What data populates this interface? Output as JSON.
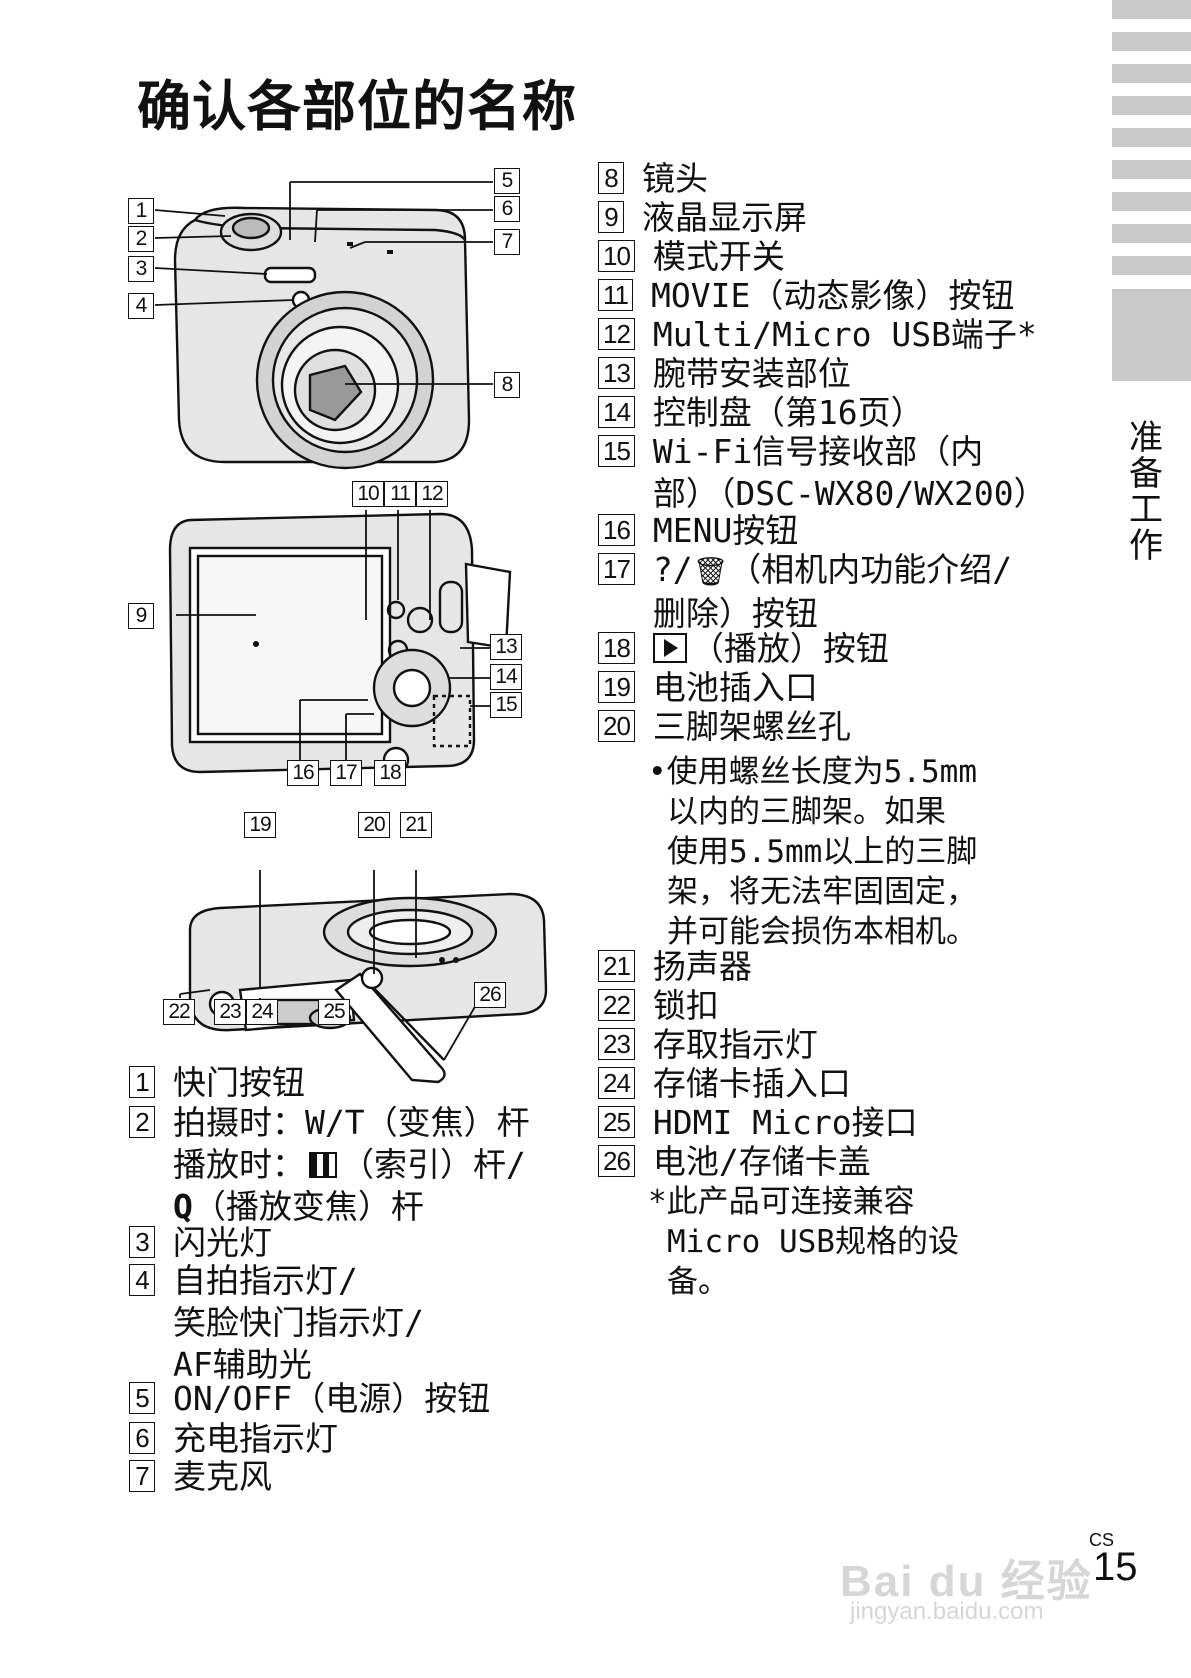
{
  "title": "确认各部位的名称",
  "side_label": [
    "准",
    "备",
    "工",
    "作"
  ],
  "page": {
    "lang": "CS",
    "number": "15"
  },
  "watermark": {
    "brand": "Bai du 经验",
    "url": "jingyan.baidu.com"
  },
  "callouts": [
    "1",
    "2",
    "3",
    "4",
    "5",
    "6",
    "7",
    "8",
    "9",
    "10",
    "11",
    "12",
    "13",
    "14",
    "15",
    "16",
    "17",
    "18",
    "19",
    "20",
    "21",
    "22",
    "23",
    "24",
    "25",
    "26"
  ],
  "left_list": [
    {
      "num": "1",
      "lines": [
        "快门按钮"
      ]
    },
    {
      "num": "2",
      "lines": [
        "拍摄时：W/T（变焦）杆",
        "播放时：",
        "（索引）杆/",
        "（播放变焦）杆"
      ]
    },
    {
      "num": "3",
      "lines": [
        "闪光灯"
      ]
    },
    {
      "num": "4",
      "lines": [
        "自拍指示灯/",
        "笑脸快门指示灯/",
        "AF辅助光"
      ]
    },
    {
      "num": "5",
      "lines": [
        "ON/OFF（电源）按钮"
      ]
    },
    {
      "num": "6",
      "lines": [
        "充电指示灯"
      ]
    },
    {
      "num": "7",
      "lines": [
        "麦克风"
      ]
    }
  ],
  "right_list": [
    {
      "num": "8",
      "lines": [
        "镜头"
      ]
    },
    {
      "num": "9",
      "lines": [
        "液晶显示屏"
      ]
    },
    {
      "num": "10",
      "lines": [
        "模式开关"
      ]
    },
    {
      "num": "11",
      "lines": [
        "MOVIE（动态影像）按钮"
      ]
    },
    {
      "num": "12",
      "lines": [
        "Multi/Micro USB端子*"
      ]
    },
    {
      "num": "13",
      "lines": [
        "腕带安装部位"
      ]
    },
    {
      "num": "14",
      "lines": [
        "控制盘（第16页）"
      ]
    },
    {
      "num": "15",
      "lines": [
        "Wi-Fi信号接收部（内",
        "部）（DSC-WX80/WX200）"
      ]
    },
    {
      "num": "16",
      "lines": [
        "MENU按钮"
      ]
    },
    {
      "num": "17",
      "lines": [
        "?/",
        "（相机内功能介绍/",
        "删除）按钮"
      ]
    },
    {
      "num": "18",
      "lines": [
        "（播放）按钮"
      ]
    },
    {
      "num": "19",
      "lines": [
        "电池插入口"
      ]
    },
    {
      "num": "20",
      "lines": [
        "三脚架螺丝孔"
      ]
    },
    {
      "num": "21",
      "lines": [
        "扬声器"
      ]
    },
    {
      "num": "22",
      "lines": [
        "锁扣"
      ]
    },
    {
      "num": "23",
      "lines": [
        "存取指示灯"
      ]
    },
    {
      "num": "24",
      "lines": [
        "存储卡插入口"
      ]
    },
    {
      "num": "25",
      "lines": [
        "HDMI Micro接口"
      ]
    },
    {
      "num": "26",
      "lines": [
        "电池/存储卡盖"
      ]
    }
  ],
  "tripod_note": [
    "•使用螺丝长度为5.5mm",
    "以内的三脚架。如果",
    "使用5.5mm以上的三脚",
    "架，将无法牢固固定，",
    "并可能会损伤本相机。"
  ],
  "usb_note": [
    "*此产品可连接兼容",
    "Micro USB规格的设",
    "备。"
  ]
}
